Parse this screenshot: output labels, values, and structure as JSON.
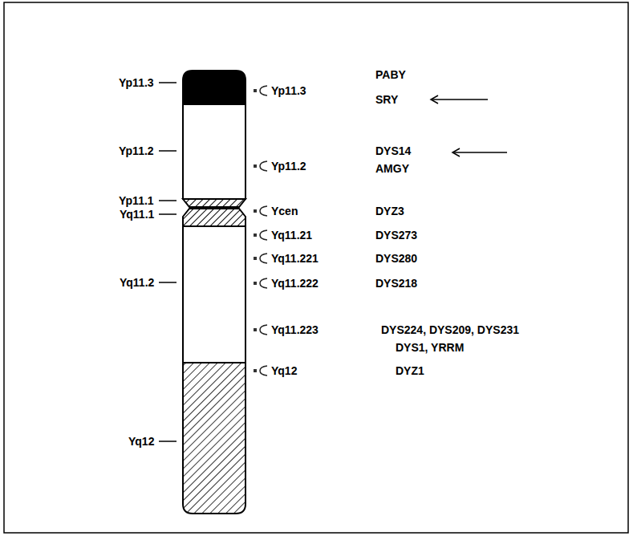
{
  "diagram": {
    "labels": [
      "Yp11.3",
      "Yp11.2",
      "Yp11.1",
      "Yq11.1",
      "Yq11.2",
      "Yq12",
      "Yp11.3",
      "PABY",
      "SRY",
      "Yp11.2",
      "DYS14",
      "AMGY",
      "Ycen",
      "DYZ3",
      "Yq11.21",
      "DYS273",
      "Yq11.221",
      "DYS280",
      "Yq11.222",
      "DYS218",
      "Yq11.223",
      "DYS224, DYS209, DYS231",
      "DYS1, YRRM",
      "Yq12",
      "DYZ1"
    ]
  }
}
